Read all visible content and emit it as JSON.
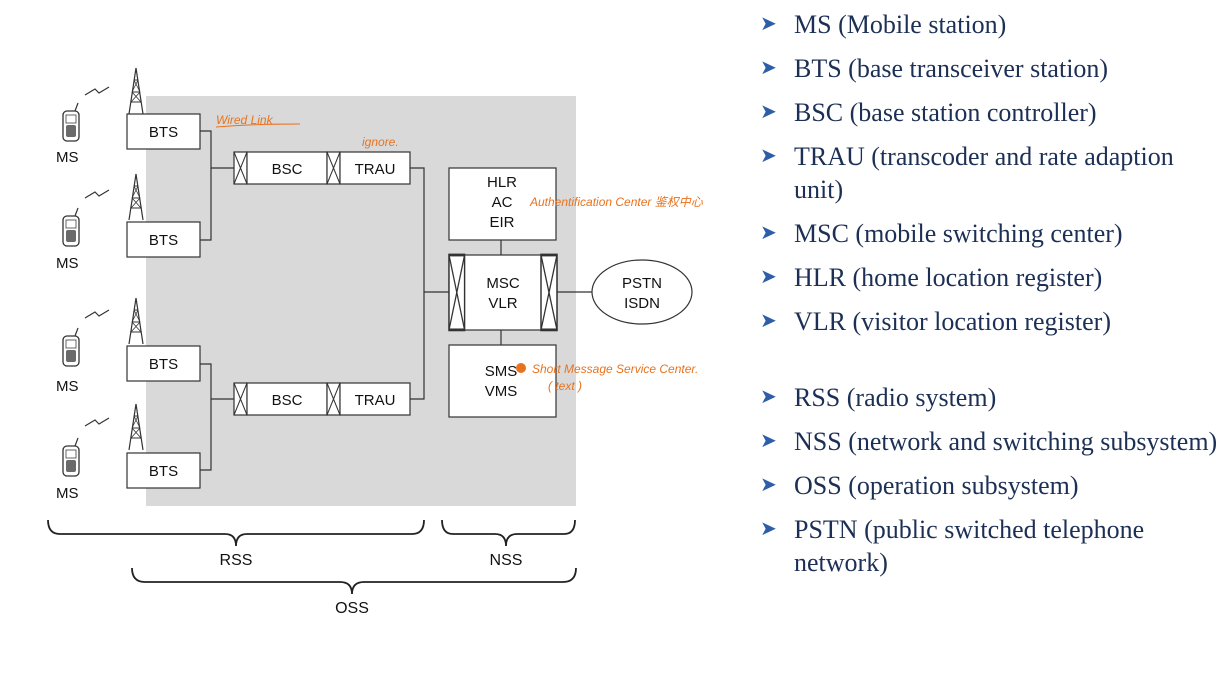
{
  "diagram": {
    "nodes": {
      "ms": "MS",
      "bts": "BTS",
      "bsc": "BSC",
      "trau": "TRAU",
      "hlr": [
        "HLR",
        "AC",
        "EIR"
      ],
      "msc": [
        "MSC",
        "VLR"
      ],
      "sms": [
        "SMS",
        "VMS"
      ],
      "pstn": [
        "PSTN",
        "ISDN"
      ]
    },
    "braces": {
      "rss": "RSS",
      "nss": "NSS",
      "oss": "OSS"
    },
    "annotations": {
      "wired_link": "Wired Link",
      "ignore": "ignore.",
      "auth_center": "Authentification Center 鉴权中心",
      "sms_center": "Short Message Service Center.",
      "text_note": "( text )"
    }
  },
  "legend": {
    "group1": [
      "MS (Mobile station)",
      "BTS (base transceiver station)",
      "BSC (base station controller)",
      "TRAU (transcoder and rate adaption unit)",
      "MSC (mobile switching center)",
      "HLR (home location register)",
      "VLR (visitor location register)"
    ],
    "group2": [
      "RSS (radio system)",
      "NSS (network and switching subsystem)",
      "OSS (operation subsystem)",
      "PSTN (public switched telephone network)"
    ],
    "bullet_icon": "arrow-bullet-icon",
    "colors": {
      "text": "#1c2f55",
      "bullet": "#2f5ea8",
      "annotation": "#e8731f",
      "panel": "#d9d9d9"
    }
  }
}
